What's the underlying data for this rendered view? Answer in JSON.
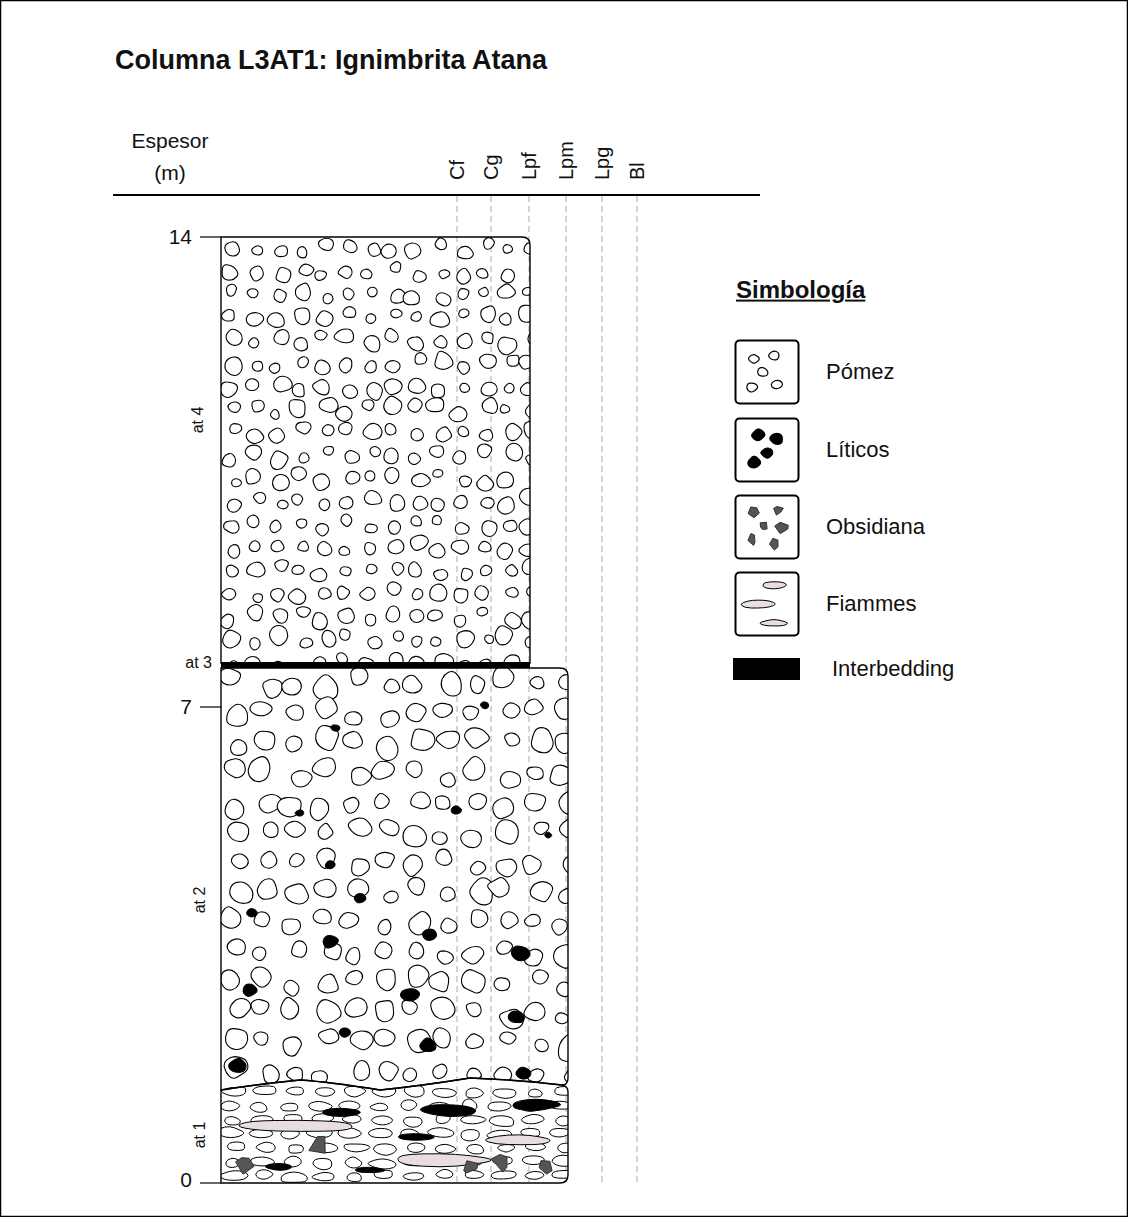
{
  "diagram": {
    "title": "Columna L3AT1: Ignimbrita Atana",
    "labels": [
      "Espesor (m)",
      "Cf",
      "Cg",
      "Lpf",
      "Lpm",
      "Lpg",
      "Bl",
      "14",
      "7",
      "0",
      "at 4",
      "at 3",
      "at 2",
      "at 1",
      "Simbología"
    ],
    "legend": [
      {
        "text": "Pómez"
      },
      {
        "text": "Líticos"
      },
      {
        "text": "Obsidiana"
      },
      {
        "text": "Fiammes"
      },
      {
        "text": "Interbedding",
        "color": "#000000"
      }
    ]
  }
}
